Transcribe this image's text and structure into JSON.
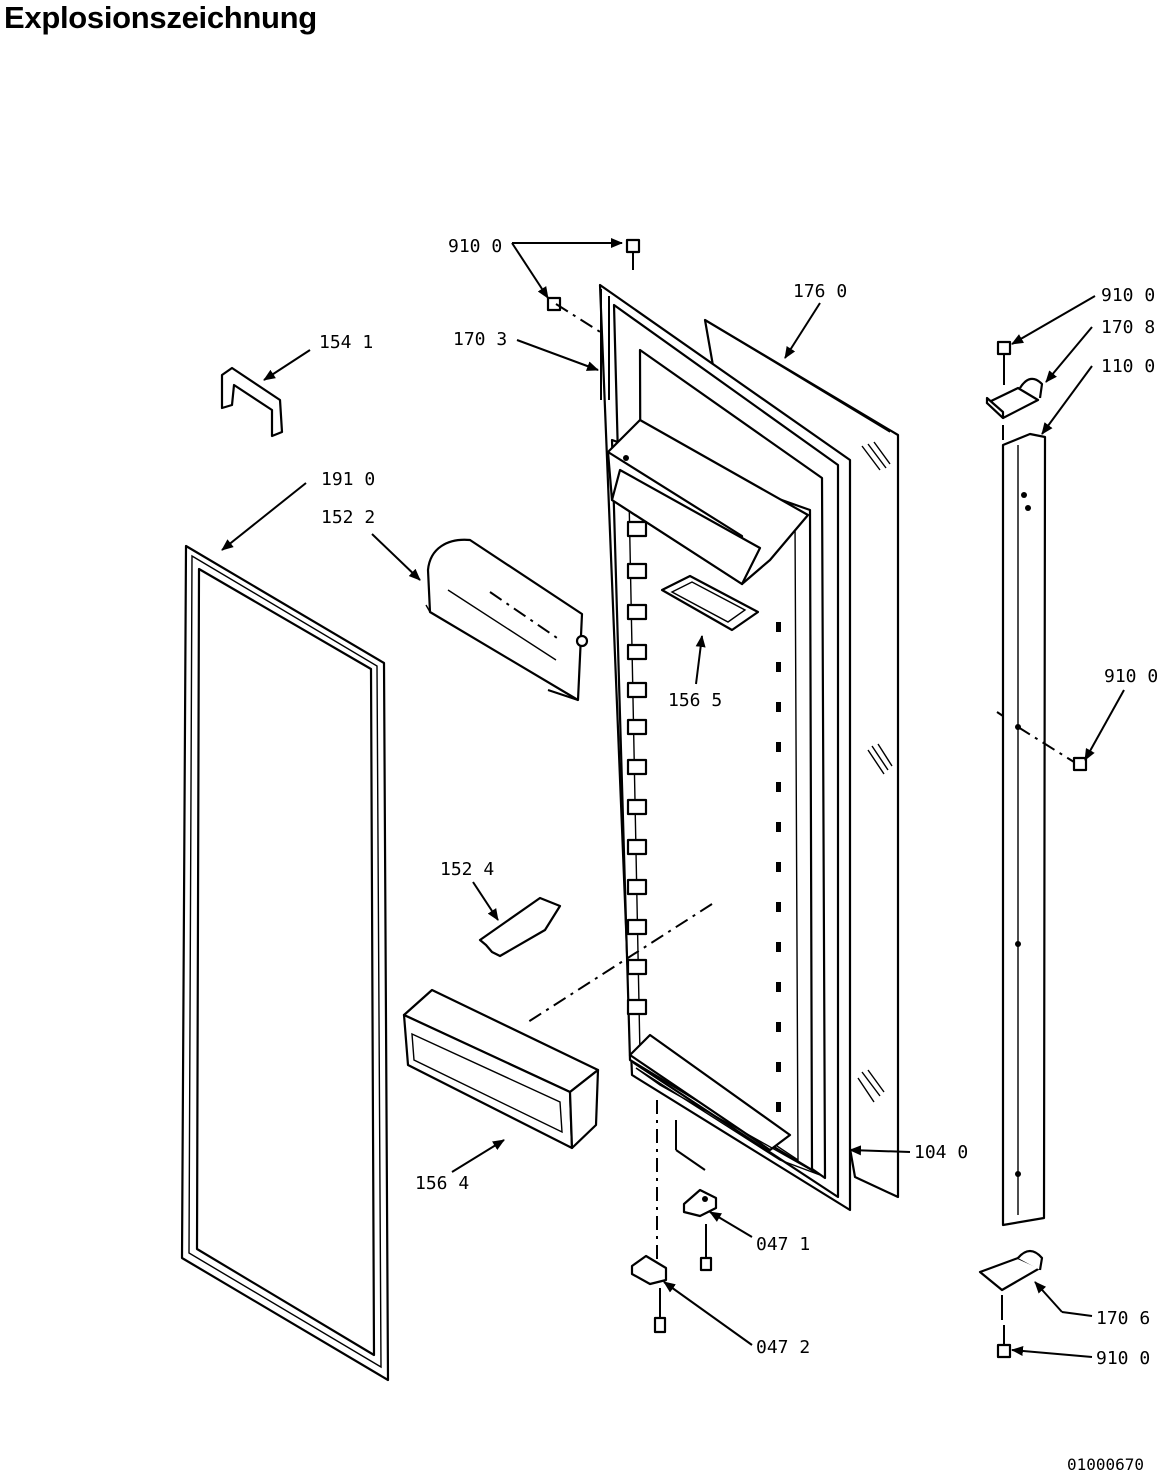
{
  "title": "Explosionszeichnung",
  "drawing_code": "01000670",
  "labels": {
    "l9100_top": "910 0",
    "l1760": "176 0",
    "l9100_right_top": "910 0",
    "l1708": "170 8",
    "l1100": "110 0",
    "l1541": "154 1",
    "l1703": "170 3",
    "l1910": "191 0",
    "l1522": "152 2",
    "l1565": "156 5",
    "l9100_right_mid": "910 0",
    "l1524": "152 4",
    "l1564": "156 4",
    "l1040": "104 0",
    "l0471": "047 1",
    "l0472": "047 2",
    "l1706": "170 6",
    "l9100_right_bottom": "910 0"
  }
}
